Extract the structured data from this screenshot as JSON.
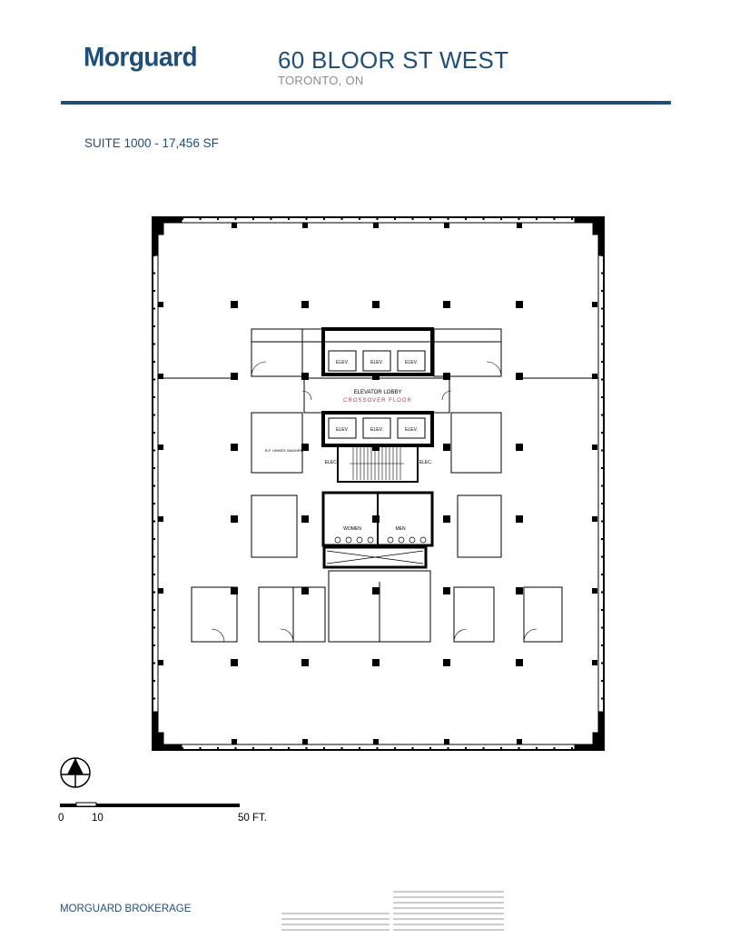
{
  "header": {
    "logo_text": "Morguard",
    "title": "60 BLOOR ST WEST",
    "subtitle": "TORONTO, ON"
  },
  "suite_label": "SUITE 1000 - 17,456 SF",
  "floor_plan": {
    "elevator_label": "ELEV.",
    "elevator_lobby": "ELEVATOR LOBBY",
    "crossover_floor": "CROSSOVER FLOOR",
    "women": "WOMEN",
    "men": "MEN",
    "barrier_free_washroom": "B.F. UNISEX WASHRM",
    "elec_label": "ELEC."
  },
  "scale_bar": {
    "label_0": "0",
    "label_10": "10",
    "label_50": "50 FT."
  },
  "footer": {
    "brokerage": "MORGUARD BROKERAGE"
  },
  "colors": {
    "brand": "#1f4e79",
    "crossover_text": "#c0392b"
  }
}
